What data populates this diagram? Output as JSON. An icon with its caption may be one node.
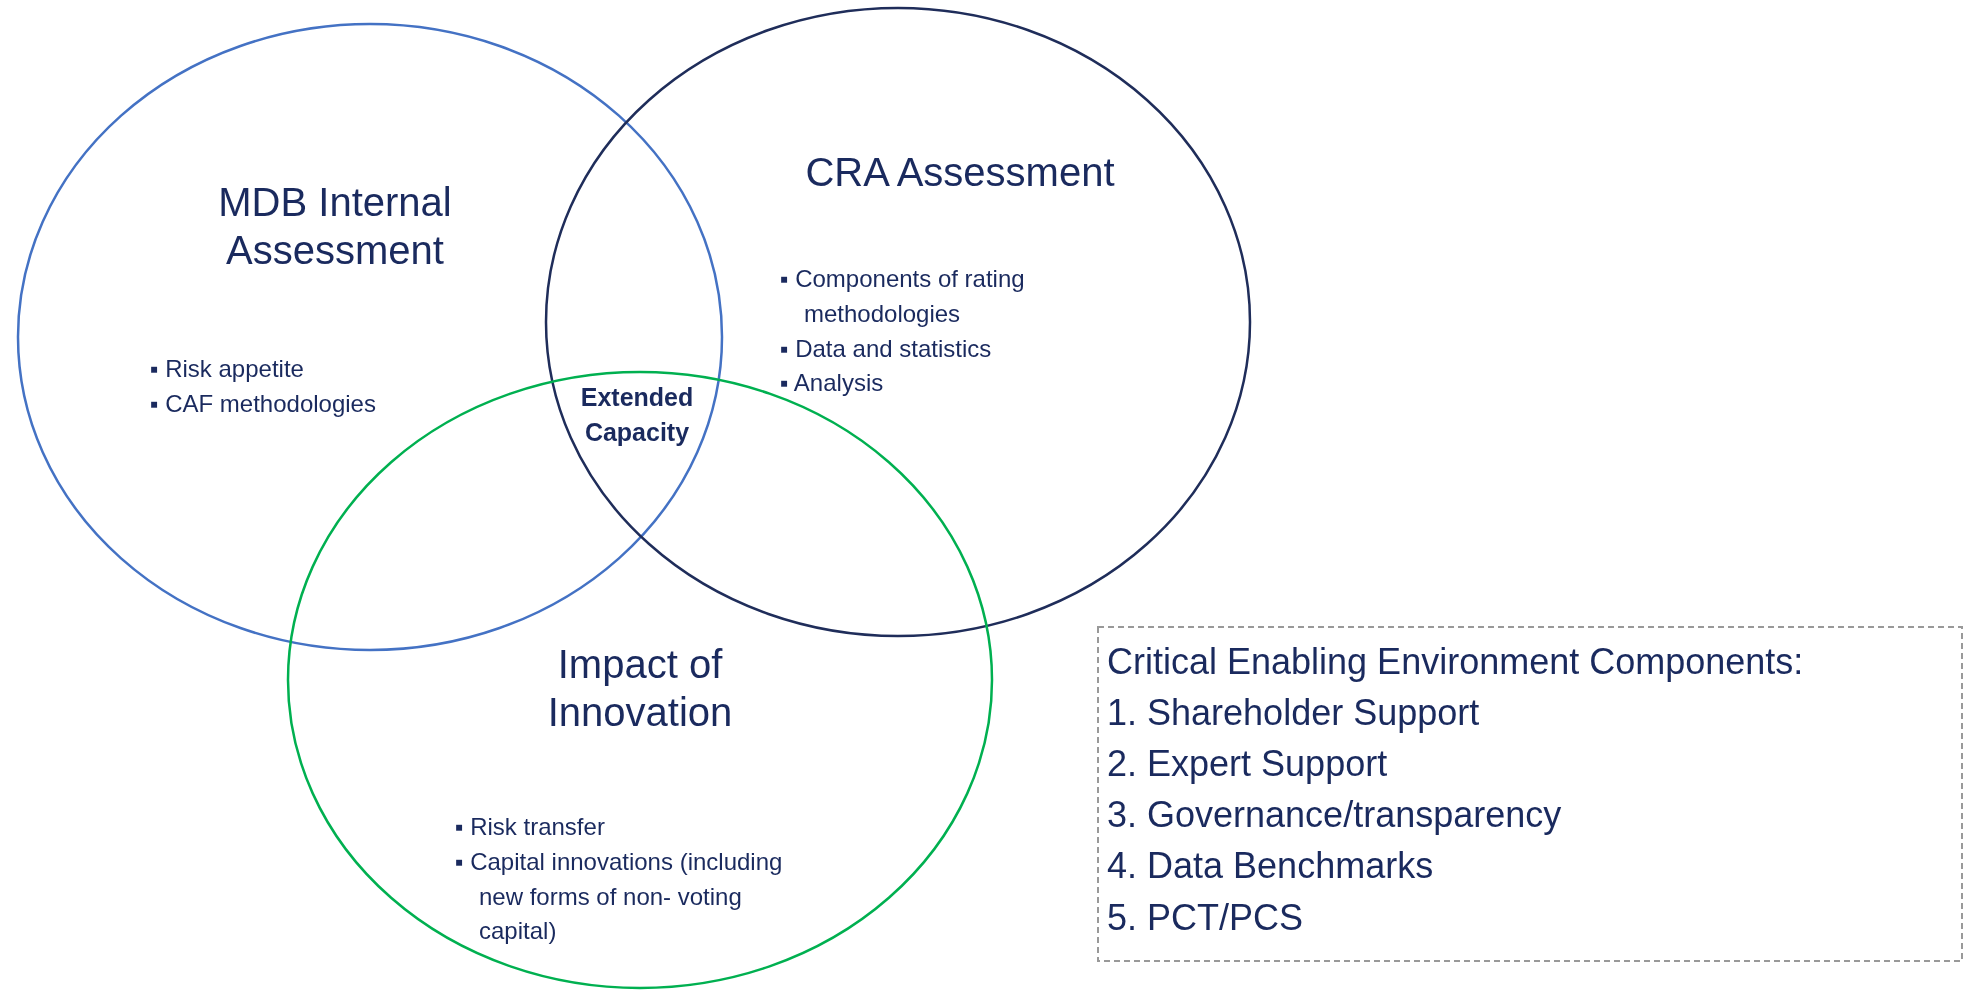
{
  "diagram": {
    "nodes": [
      {
        "text": [
          "MDB Internal Assessment",
          "▪ Risk appetite",
          "▪ CAF methodologies"
        ]
      },
      {
        "text": [
          "CRA Assessment",
          "▪ Components of rating methodologies",
          "▪ Data and statistics",
          "▪ Analysis"
        ]
      },
      {
        "text": [
          "Impact of Innovation",
          "▪ Risk transfer",
          "▪ Capital innovations (including  new forms of non- voting capital)"
        ]
      },
      {
        "text": [
          "Critical Enabling Environment Components:",
          "1. Shareholder Support",
          "2. Expert Support",
          "3. Governance/transparency",
          "4. Data Benchmarks",
          "5. PCT/PCS"
        ]
      }
    ],
    "labels": [
      "Extended Capacity"
    ]
  }
}
